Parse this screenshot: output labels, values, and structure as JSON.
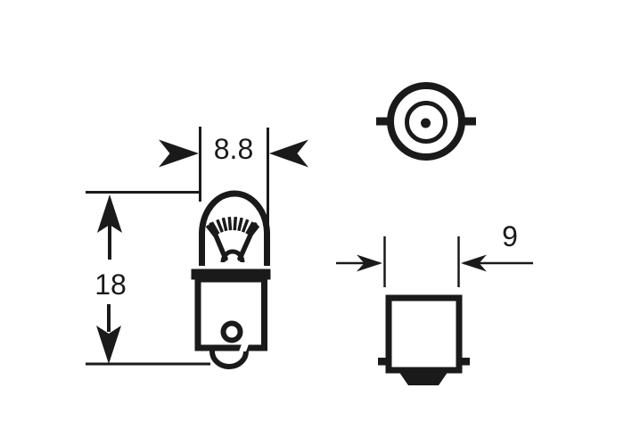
{
  "diagram": {
    "dimensions": {
      "bulb_diameter": "8.8",
      "overall_length": "18",
      "base_diameter": "9"
    },
    "colors": {
      "ink": "#1a1a1a",
      "background": "#ffffff"
    }
  }
}
